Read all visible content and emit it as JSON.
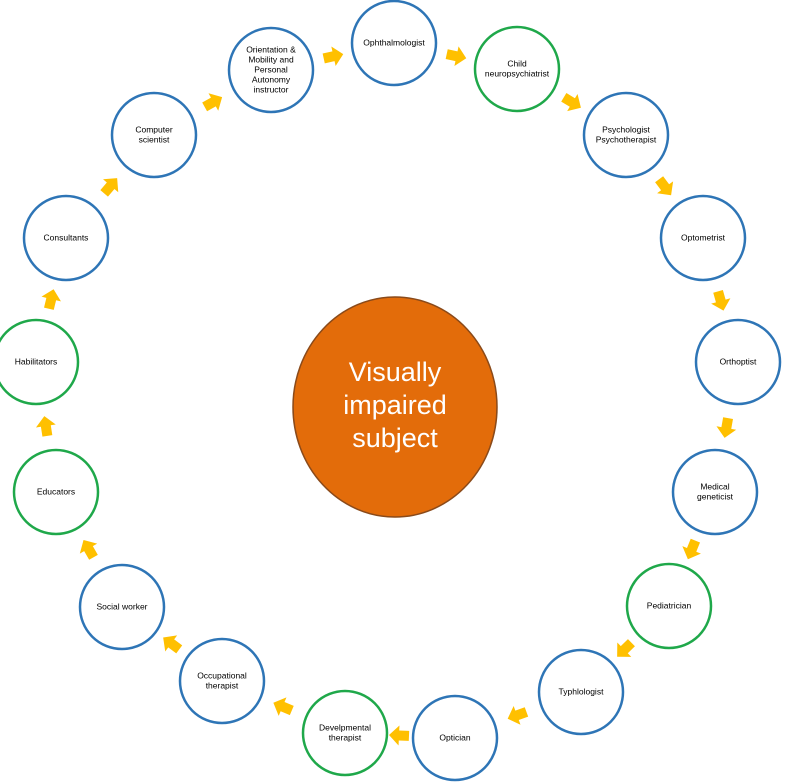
{
  "colors": {
    "blue_ring": "#2E75B6",
    "green_ring": "#1FA84A",
    "center_fill": "#E36C0A",
    "center_stroke": "#8A4A1A",
    "arrow": "#FFC000"
  },
  "center": {
    "lines": [
      "Visually",
      "impaired",
      "subject"
    ]
  },
  "nodes": [
    {
      "lines": [
        "Ophthalmologist"
      ],
      "ring": "blue"
    },
    {
      "lines": [
        "Child",
        "neuropsychiatrist"
      ],
      "ring": "green"
    },
    {
      "lines": [
        "Psychologist",
        "Psychotherapist"
      ],
      "ring": "blue"
    },
    {
      "lines": [
        "Optometrist"
      ],
      "ring": "blue"
    },
    {
      "lines": [
        "Orthoptist"
      ],
      "ring": "blue"
    },
    {
      "lines": [
        "Medical",
        "geneticist"
      ],
      "ring": "blue"
    },
    {
      "lines": [
        "Pediatrician"
      ],
      "ring": "green"
    },
    {
      "lines": [
        "Typhlologist"
      ],
      "ring": "blue"
    },
    {
      "lines": [
        "Optician"
      ],
      "ring": "blue"
    },
    {
      "lines": [
        "Develpmental",
        "therapist"
      ],
      "ring": "green"
    },
    {
      "lines": [
        "Occupational",
        "therapist"
      ],
      "ring": "blue"
    },
    {
      "lines": [
        "Social worker"
      ],
      "ring": "blue"
    },
    {
      "lines": [
        "Educators"
      ],
      "ring": "green"
    },
    {
      "lines": [
        "Habilitators"
      ],
      "ring": "green"
    },
    {
      "lines": [
        "Consultants"
      ],
      "ring": "blue"
    },
    {
      "lines": [
        "Computer",
        "scientist"
      ],
      "ring": "blue"
    },
    {
      "lines": [
        "Orientation &",
        "Mobility and",
        "Personal",
        "Autonomy",
        "instructor"
      ],
      "ring": "blue"
    }
  ],
  "arrow_icon": "block-arrow-icon"
}
